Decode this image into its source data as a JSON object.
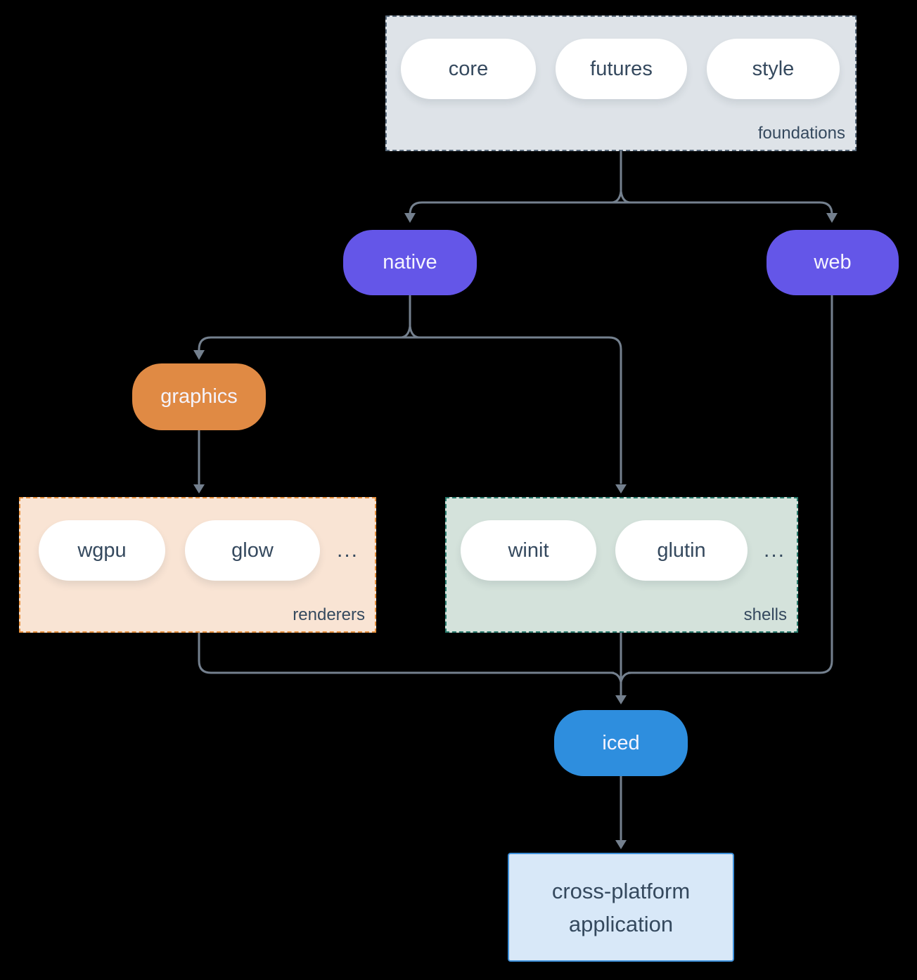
{
  "colors": {
    "background": "#000000",
    "connector": "#74808e",
    "text_dark": "#35495e",
    "text_light": "#f5f4fe",
    "foundations_bg": "#dee3e8",
    "foundations_border": "#5a6b7c",
    "pill_bg": "#ffffff",
    "purple": "#6456e8",
    "orange": "#e08a44",
    "renderers_bg": "#f9e4d4",
    "renderers_border": "#e8923f",
    "shells_bg": "#d4e2db",
    "shells_border": "#2a7c6e",
    "blue": "#2e8ede",
    "app_bg": "#d8e8f8",
    "app_border": "#3e90da"
  },
  "groups": {
    "foundations": {
      "label": "foundations",
      "items": [
        "core",
        "futures",
        "style"
      ]
    },
    "renderers": {
      "label": "renderers",
      "items": [
        "wgpu",
        "glow"
      ],
      "more": "..."
    },
    "shells": {
      "label": "shells",
      "items": [
        "winit",
        "glutin"
      ],
      "more": "..."
    }
  },
  "nodes": {
    "native": "native",
    "web": "web",
    "graphics": "graphics",
    "iced": "iced"
  },
  "app": {
    "lines": [
      "cross-platform",
      "application"
    ]
  }
}
